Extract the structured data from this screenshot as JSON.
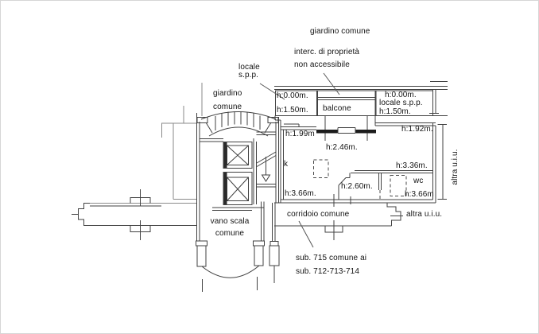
{
  "plan": {
    "labels": {
      "garden_top": "giardino comune",
      "interc1": "interc. di proprietà",
      "interc2": "non accessibile",
      "locale_spp1": "locale",
      "locale_spp2": "s.p.p.",
      "garden_left1": "giardino",
      "garden_left2": "comune",
      "strip_left_h1": "h:0.00m.",
      "strip_left_h2": "h:1.50m.",
      "balcony": "balcone",
      "strip_right_h1": "h:0.00m.",
      "strip_right_name": "locale s.p.p.",
      "strip_right_h2": "h:1.50m.",
      "h199": "h:1.99m",
      "h192": "h:1.92m.",
      "h246": "h:2.46m.",
      "k": "k",
      "h336": "h:3.36m.",
      "h260": "h:2.60m.",
      "wc": "wc",
      "h366_left": "h:3.66m.",
      "h366_right": "h:3.66m",
      "vano1": "vano scala",
      "vano2": "comune",
      "corridoio": "corridoio comune",
      "altra_h": "altra u.i.u.",
      "altra_v": "altra u.i.u.",
      "sub1": "sub. 715 comune ai",
      "sub2": "sub. 712-713-714"
    },
    "colors": {
      "line": "#414141",
      "line_light": "#8a8a8a",
      "text": "#121212",
      "background": "#ffffff"
    }
  }
}
